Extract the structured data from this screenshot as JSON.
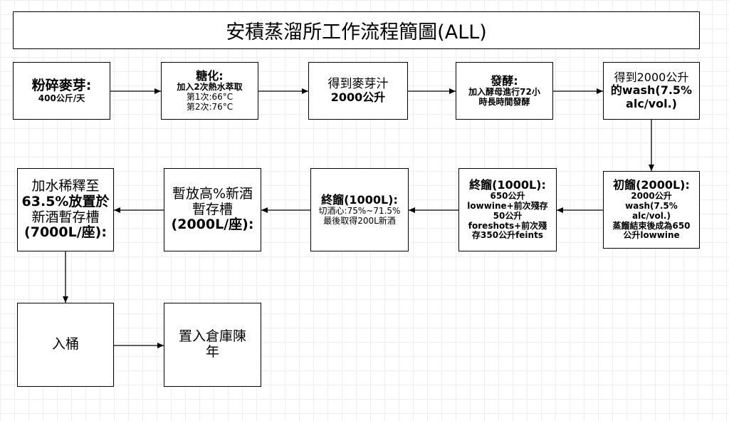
{
  "title": "安積蒸溜所工作流程簡圖(ALL)",
  "nodes": {
    "mill": {
      "main": "粉碎麥芽:",
      "sub": "400公斤/天"
    },
    "mash": {
      "main": "糖化:",
      "line1": "加入2次熱水萃取",
      "line2": "第1次:66°C",
      "line3": "第2次:76°C"
    },
    "wort": {
      "line1": "得到麥芽汁",
      "line2": "2000公升"
    },
    "ferment": {
      "main": "發酵:",
      "line1": "加入酵母進行72小",
      "line2": "時長時間發酵"
    },
    "wash": {
      "line1": "得到2000公升",
      "line2": "的wash(7.5%",
      "line3": "alc/vol.)"
    },
    "first_dist": {
      "main": "初餾(2000L):",
      "line1": "2000公升",
      "line2": "wash(7.5% alc/vol.)",
      "line3": "蒸餾結束後成為650",
      "line4": "公升lowwine"
    },
    "second_dist_a": {
      "main": "終餾(1000L):",
      "line1": "650公升",
      "line2": "lowwine+前次殘存",
      "line3": "50公升",
      "line4": "foreshots+前次殘",
      "line5": "存350公升feints"
    },
    "second_dist_b": {
      "main": "終餾(1000L):",
      "line1": "切酒心:75%~71.5%",
      "line2": "最後取得200L新酒"
    },
    "temp_store": {
      "line1": "暫放高%新酒",
      "line2": "暫存槽",
      "line3": "(2000L/座):"
    },
    "dilute": {
      "line1": "加水稀釋至",
      "line2": "63.5%放置於",
      "line3": "新酒暫存槽",
      "line4": "(7000L/座):"
    },
    "cask": {
      "label": "入桶"
    },
    "warehouse": {
      "line1": "置入倉庫陳",
      "line2": "年"
    }
  }
}
